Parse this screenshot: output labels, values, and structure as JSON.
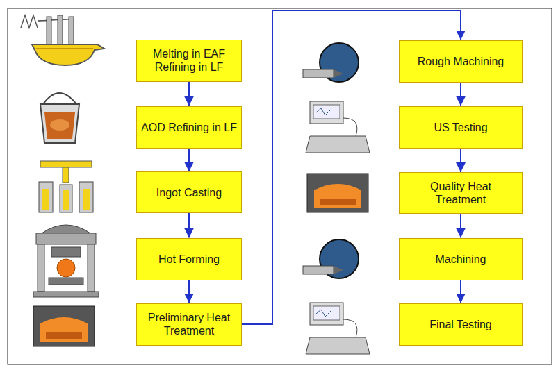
{
  "diagram": {
    "nodes": [
      {
        "text": [
          "Melting in EAF Refining in LF"
        ]
      },
      {
        "text": [
          "AOD Refining in LF"
        ]
      },
      {
        "text": [
          "Ingot Casting"
        ]
      },
      {
        "text": [
          "Hot Forming"
        ]
      },
      {
        "text": [
          "Preliminary Heat Treatment"
        ]
      },
      {
        "text": [
          "Rough Machining"
        ]
      },
      {
        "text": [
          "US Testing"
        ]
      },
      {
        "text": [
          "Quality Heat Treatment"
        ]
      },
      {
        "text": [
          "Machining"
        ]
      },
      {
        "text": [
          "Final Testing"
        ]
      }
    ],
    "edges": [
      {
        "from": 0,
        "to": 1,
        "arrow": "to"
      },
      {
        "from": 1,
        "to": 2,
        "arrow": "to"
      },
      {
        "from": 2,
        "to": 3,
        "arrow": "to"
      },
      {
        "from": 3,
        "to": 4,
        "arrow": "to"
      },
      {
        "from": 4,
        "to": 5,
        "arrow": "to"
      },
      {
        "from": 5,
        "to": 6,
        "arrow": "to"
      },
      {
        "from": 6,
        "to": 7,
        "arrow": "to"
      },
      {
        "from": 7,
        "to": 8,
        "arrow": "to"
      },
      {
        "from": 8,
        "to": 9,
        "arrow": "to"
      }
    ]
  }
}
